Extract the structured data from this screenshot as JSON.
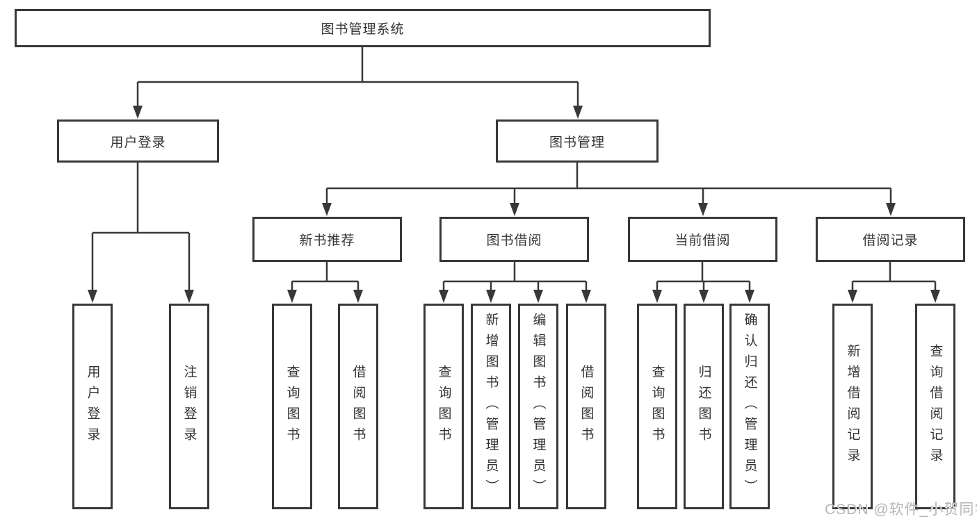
{
  "diagram": {
    "type": "hierarchy-tree",
    "root": {
      "label": "图书管理系统"
    },
    "branches": [
      {
        "label": "用户登录",
        "leaves": [
          "用户登录",
          "注销登录"
        ]
      },
      {
        "label": "图书管理",
        "children": [
          {
            "label": "新书推荐",
            "leaves": [
              "查询图书",
              "借阅图书"
            ]
          },
          {
            "label": "图书借阅",
            "leaves": [
              "查询图书",
              "新增图书（管理员）",
              "编辑图书（管理员）",
              "借阅图书"
            ]
          },
          {
            "label": "当前借阅",
            "leaves": [
              "查询图书",
              "归还图书",
              "确认归还（管理员）"
            ]
          },
          {
            "label": "借阅记录",
            "leaves": [
              "新增借阅记录",
              "查询借阅记录"
            ]
          }
        ]
      }
    ]
  },
  "watermark": {
    "text": "CSDN @软件_小贺同学"
  },
  "colors": {
    "line": "#383838",
    "box_border": "#383838",
    "box_fill": "#ffffff",
    "text": "#333333",
    "watermark": "#b5b5b5",
    "background": "#ffffff"
  }
}
